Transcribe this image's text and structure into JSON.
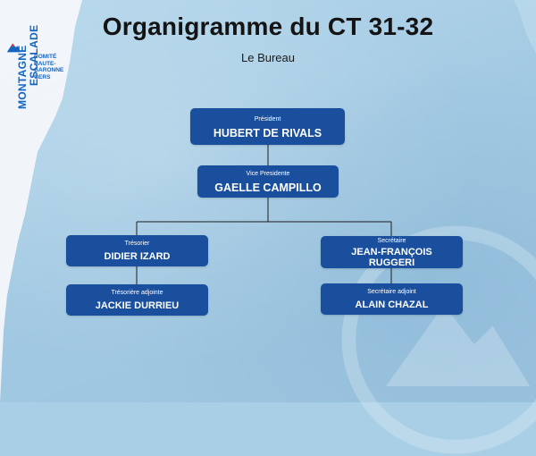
{
  "title": "Organigramme du CT 31-32",
  "subtitle": "Le Bureau",
  "logo": {
    "word1": "MONTAGNE",
    "word2": "ESCALADE",
    "line1": "COMITÉ",
    "line2": "HAUTE-",
    "line3": "GARONNE",
    "line4": "GERS"
  },
  "colors": {
    "box": "#1a4f9e",
    "background": "#a9cfe6",
    "logo": "#1565c0",
    "accent": "#e53935"
  },
  "org": {
    "president": {
      "role": "Président",
      "name": "HUBERT DE RIVALS"
    },
    "vice_president": {
      "role": "Vice Presidente",
      "name": "GAELLE CAMPILLO"
    },
    "treasurer": {
      "role": "Trésorier",
      "name": "DIDIER IZARD"
    },
    "treasurer_deputy": {
      "role": "Trésorière adjointe",
      "name": "JACKIE DURRIEU"
    },
    "secretary": {
      "role": "Secrétaire",
      "name": "JEAN-FRANÇOIS RUGGERI"
    },
    "secretary_deputy": {
      "role": "Secrétaire adjoint",
      "name": "ALAIN CHAZAL"
    }
  }
}
